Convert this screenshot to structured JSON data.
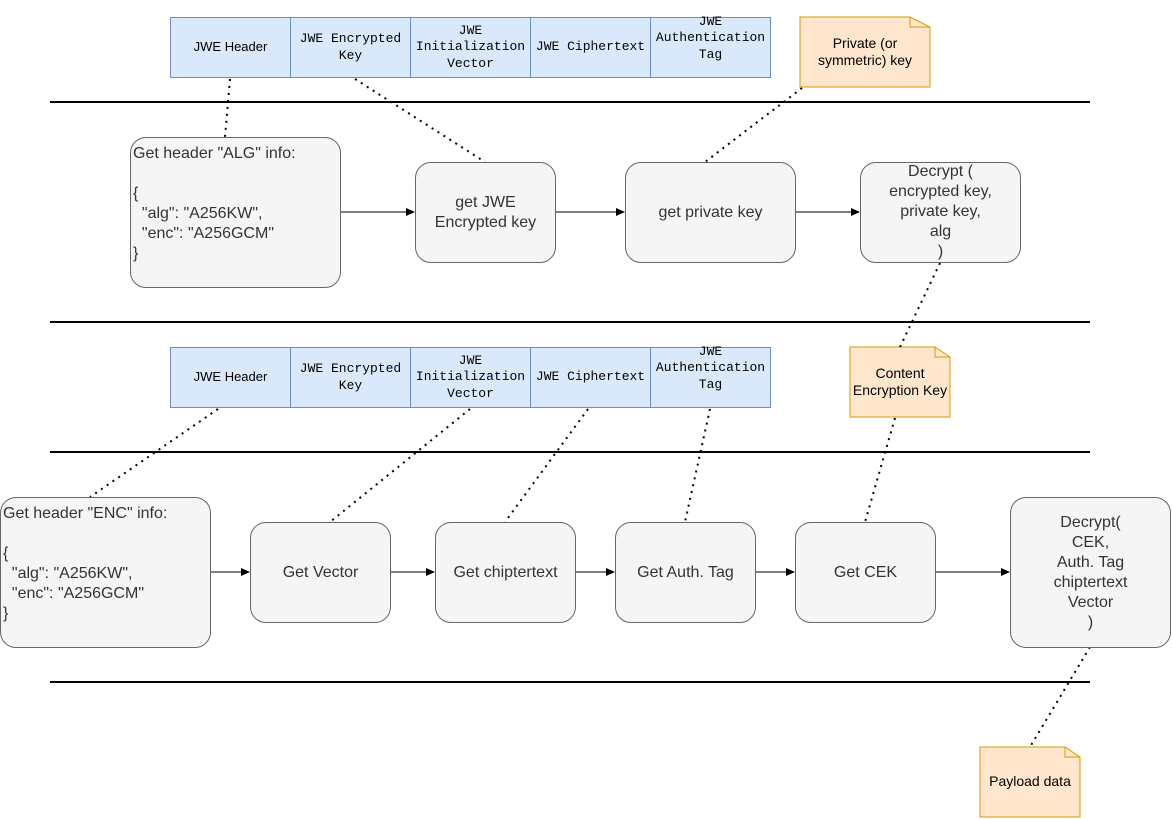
{
  "top_header_bar": {
    "segments": [
      "JWE Header",
      "JWE Encrypted\nKey",
      "JWE\nInitialization\nVector",
      "JWE Ciphertext",
      "JWE\nAuthentication\nTag"
    ]
  },
  "bottom_header_bar": {
    "segments": [
      "JWE Header",
      "JWE Encrypted\nKey",
      "JWE\nInitialization\nVector",
      "JWE Ciphertext",
      "JWE\nAuthentication\nTag"
    ]
  },
  "row1": {
    "alg_box": "Get header \"ALG\" info:\n\n{\n  \"alg\": \"A256KW\",\n  \"enc\": \"A256GCM\"\n}",
    "get_encrypted_key": "get JWE\nEncrypted key",
    "get_private_key": "get private key",
    "decrypt_key": "Decrypt (\nencrypted key,\nprivate key,\nalg\n)"
  },
  "row2": {
    "enc_box": "Get header \"ENC\" info:\n\n{\n  \"alg\": \"A256KW\",\n  \"enc\": \"A256GCM\"\n}",
    "get_vector": "Get Vector",
    "get_ciphertext": "Get chiptertext",
    "get_auth_tag": "Get Auth. Tag",
    "get_cek": "Get CEK",
    "decrypt_payload": "Decrypt(\nCEK,\nAuth. Tag\nchiptertext\nVector\n)"
  },
  "notes": {
    "private_key": "Private (or\nsymmetric) key",
    "cek": "Content\nEncryption Key",
    "payload": "Payload data"
  },
  "colors": {
    "segment_fill": "#dae8fc",
    "segment_border": "#6c8ebf",
    "box_fill": "#f5f5f5",
    "box_border": "#666666",
    "note_fill": "#ffe6cc",
    "note_border": "#d79b00"
  }
}
